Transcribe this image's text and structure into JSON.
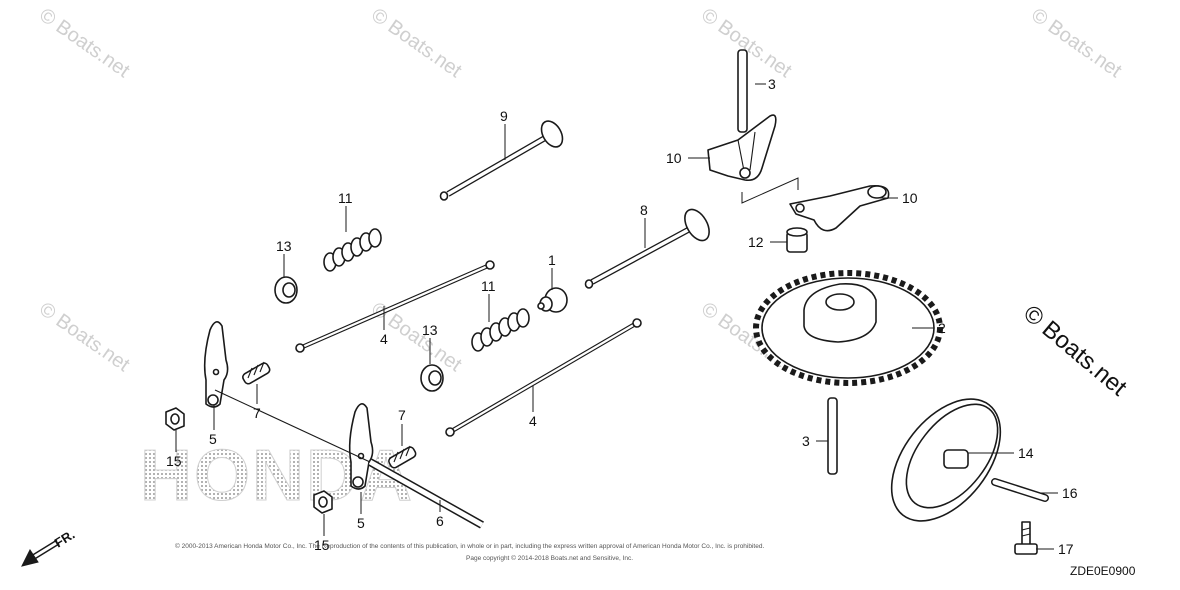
{
  "watermark_small": "© Boats.net",
  "watermark_large": "© Boats.net",
  "brand_logo": "HONDA",
  "copyright_line_1": "© 2000-2013 American Honda Motor Co., Inc. The Reproduction of the contents of this publication, in whole or in part, including the express written approval of American Honda Motor Co., Inc. is prohibited.",
  "copyright_line_2": "Page copyright © 2014-2018 Boats.net and Sensitive, Inc.",
  "diagram_code": "ZDE0E0900",
  "direction_label": "FR.",
  "callouts": {
    "p1": "1",
    "p2": "2",
    "p3a": "3",
    "p3b": "3",
    "p4a": "4",
    "p4b": "4",
    "p5a": "5",
    "p5b": "5",
    "p6": "6",
    "p7a": "7",
    "p7b": "7",
    "p8": "8",
    "p9": "9",
    "p10a": "10",
    "p10b": "10",
    "p11a": "11",
    "p11b": "11",
    "p12": "12",
    "p13a": "13",
    "p13b": "13",
    "p14": "14",
    "p15a": "15",
    "p15b": "15",
    "p16": "16",
    "p17": "17"
  }
}
